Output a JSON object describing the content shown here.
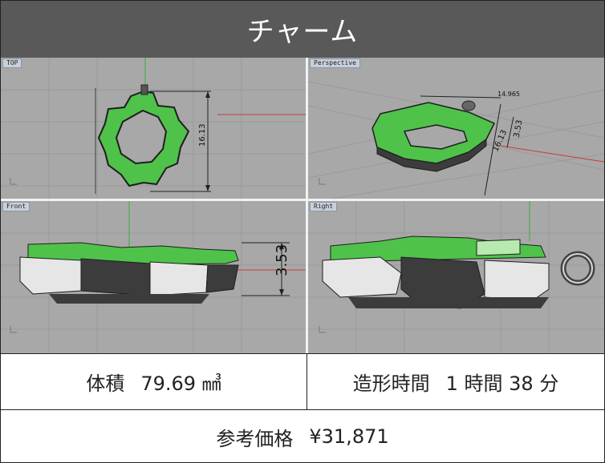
{
  "header": {
    "title": "チャーム"
  },
  "viewports": [
    {
      "label": "TOP",
      "dims": [
        "16.13"
      ]
    },
    {
      "label": "Perspective",
      "dims": [
        "14.965",
        "16.13",
        "3.53"
      ]
    },
    {
      "label": "Front",
      "dims": [
        "3.53"
      ]
    },
    {
      "label": "Right",
      "dims": []
    }
  ],
  "info": {
    "volume_label": "体積",
    "volume_value": "79.69 ㎣",
    "build_time_label": "造形時間",
    "build_time_value": "1 時間 38 分",
    "price_label": "参考価格",
    "price_value": "¥31,871"
  },
  "colors": {
    "header_bg": "#595959",
    "viewport_bg": "#a8a8a8",
    "model_green": "#4fc24a",
    "model_dark": "#3c3c3c",
    "model_light": "#e6e6e6",
    "axis_red": "#c83a3a",
    "axis_green": "#3faa3f"
  }
}
